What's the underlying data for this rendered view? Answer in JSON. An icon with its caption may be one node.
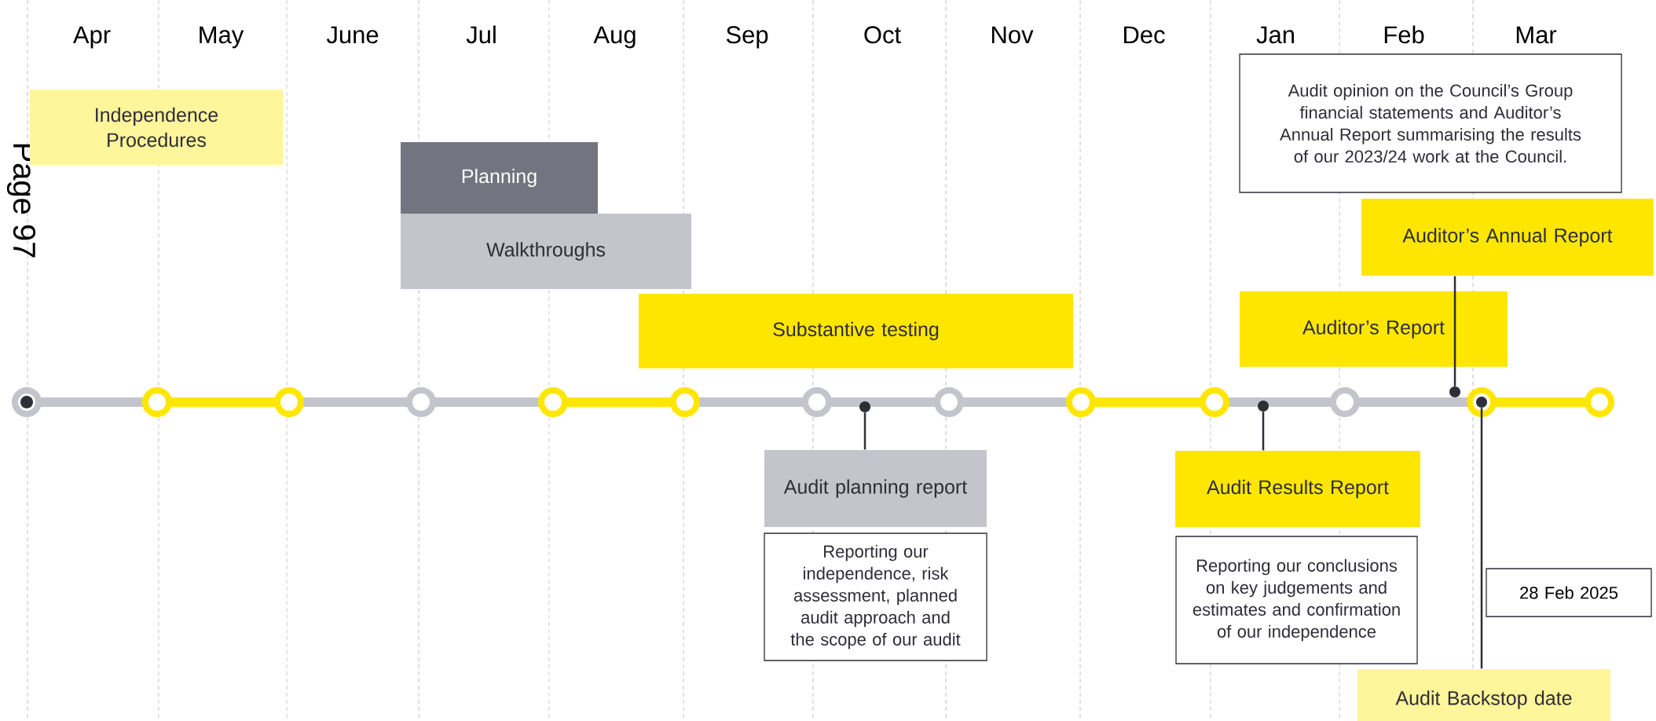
{
  "diagram": {
    "nodes": [
      {
        "text": [
          "Independence Procedures"
        ]
      },
      {
        "text": [
          "Planning"
        ]
      },
      {
        "text": [
          "Walkthroughs"
        ]
      },
      {
        "text": [
          "Substantive testing"
        ]
      },
      {
        "text": [
          "Audit opinion on the Council’s Group financial statements and Auditor’s Annual Report summarising the results of our 2023/24 work at the Council."
        ]
      },
      {
        "text": [
          "Auditor’s Annual Report"
        ]
      },
      {
        "text": [
          "Auditor’s Report"
        ]
      },
      {
        "text": [
          "Audit planning report"
        ]
      },
      {
        "text": [
          "Reporting our independence, risk assessment, planned audit approach and the scope of our audit"
        ]
      },
      {
        "text": [
          "Audit Results Report"
        ]
      },
      {
        "text": [
          "Reporting our conclusions on key judgements and estimates and confirmation of our independence"
        ]
      },
      {
        "text": [
          "28 Feb 2025"
        ]
      },
      {
        "text": [
          "Audit Backstop date"
        ]
      },
      {
        "text": [],
        "shape": "circle"
      },
      {
        "text": [],
        "shape": "circle"
      },
      {
        "text": [],
        "shape": "circle"
      },
      {
        "text": [],
        "shape": "circle"
      }
    ],
    "edges": [
      {
        "from": 7,
        "to": 13,
        "arrow": "none"
      },
      {
        "from": 9,
        "to": 14,
        "arrow": "none"
      },
      {
        "from": 5,
        "to": 15,
        "arrow": "none"
      },
      {
        "from": 12,
        "to": 16,
        "arrow": "none"
      }
    ],
    "labels": [
      "Apr",
      "May",
      "June",
      "Jul",
      "Aug",
      "Sep",
      "Oct",
      "Nov",
      "Dec",
      "Jan",
      "Feb",
      "Mar",
      "Page 97"
    ]
  }
}
